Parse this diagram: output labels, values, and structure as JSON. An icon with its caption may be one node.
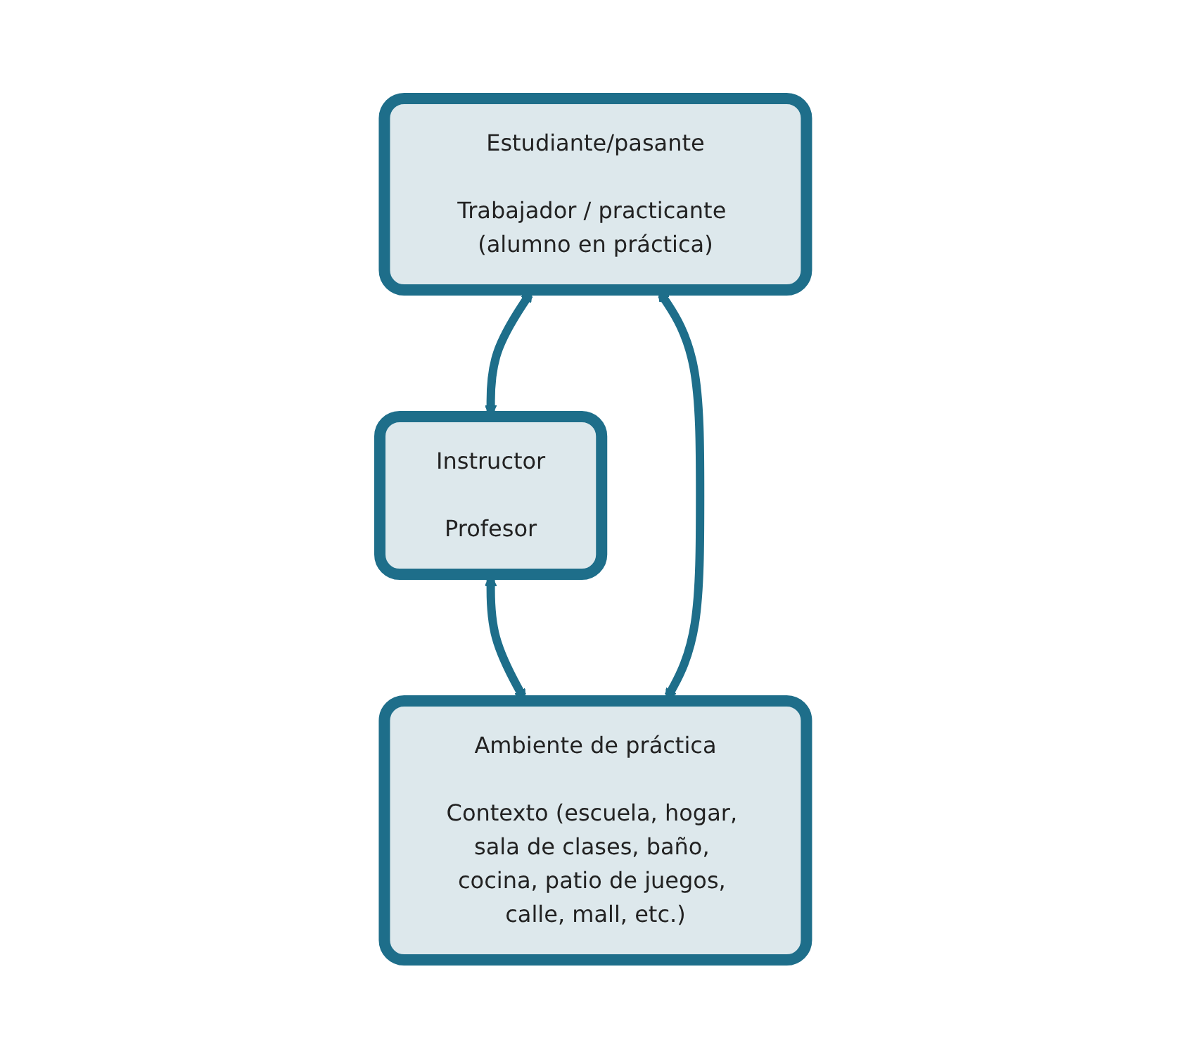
{
  "diagram": {
    "nodes": [
      {
        "text": [
          "Estudiante/pasante",
          "Trabajador / practicante (alumno en práctica)"
        ]
      },
      {
        "text": [
          "Ambiente de práctica",
          "Contexto (escuela, hogar, sala de clases, baño, cocina, patio de juegos, calle, mall, etc.)"
        ]
      },
      {
        "text": [
          "Instructor",
          "Profesor"
        ]
      }
    ],
    "edges": [
      {
        "from": 0,
        "to": 2,
        "arrow": "both"
      },
      {
        "from": 2,
        "to": 1,
        "arrow": "both"
      },
      {
        "from": 1,
        "to": 0,
        "arrow": "both"
      }
    ]
  }
}
